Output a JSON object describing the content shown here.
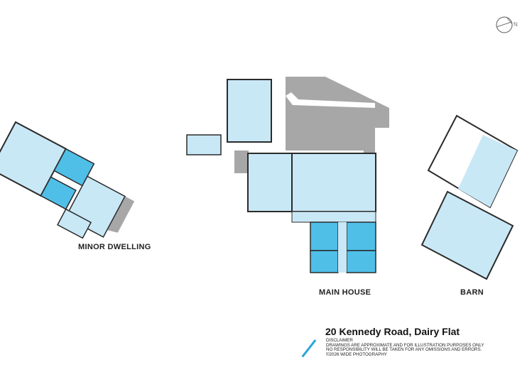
{
  "sections": {
    "minor_dwelling": "MINOR DWELLING",
    "main_house": "MAIN HOUSE",
    "barn": "BARN"
  },
  "address": "20 Kennedy Road, Dairy Flat",
  "disclaimer": {
    "title": "DISCLAIMER",
    "line1": "DRAWINGS ARE APPROXIMATE AND FOR ILLUSTRATION PURPOSES ONLY",
    "line2": "NO RESPONSIBILITY WILL BE TAKEN FOR ANY OMISSIONS AND ERRORS.",
    "line3": "©2026 WIDE PHOTOGRAPHY"
  },
  "compass": {
    "icon": "north-arrow-icon",
    "letter": "N"
  },
  "colors": {
    "room": "#c9e8f6",
    "bedroom": "#4fbfe8",
    "outdoor": "#a7a7a7",
    "wall": "#2b2b2b",
    "accent": "#2aa7d9"
  }
}
